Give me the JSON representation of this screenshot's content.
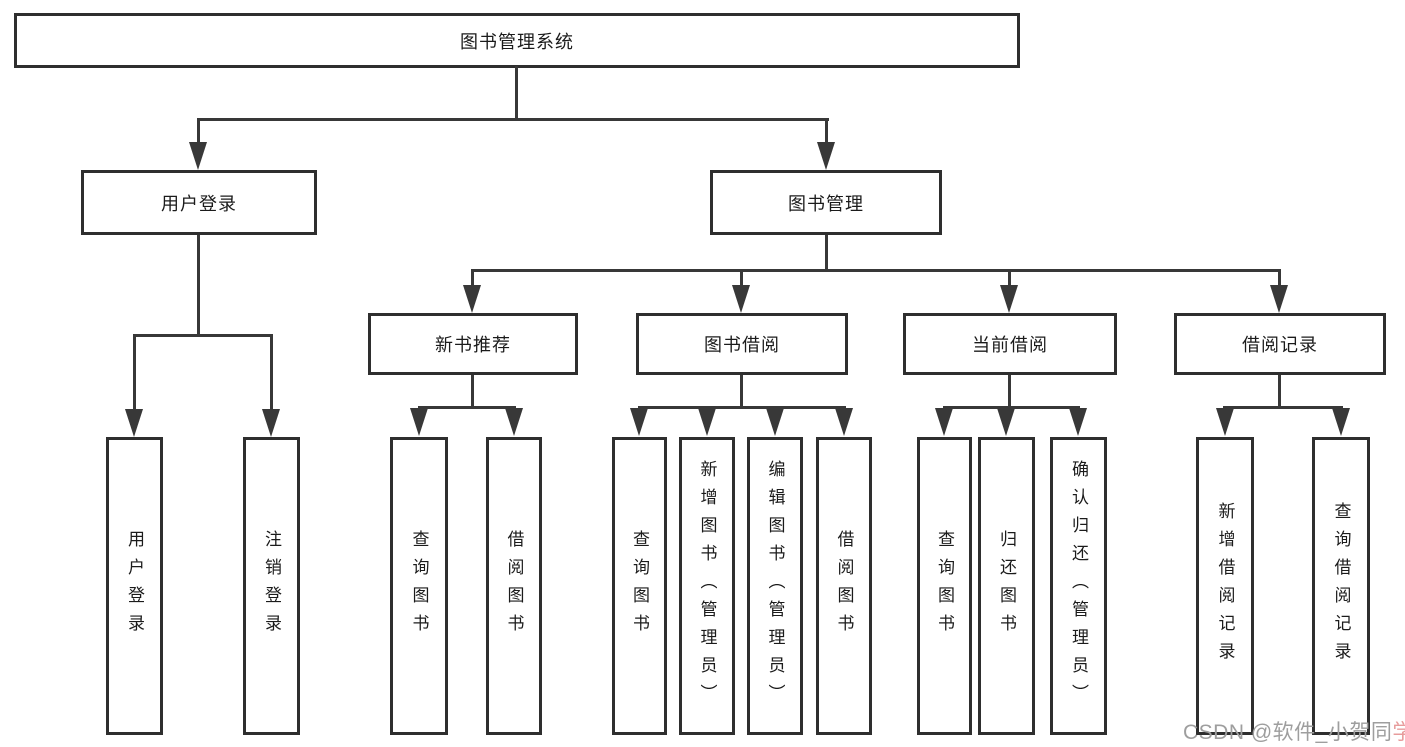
{
  "diagram": {
    "root": {
      "label": "图书管理系统"
    },
    "level2": [
      {
        "label": "用户登录"
      },
      {
        "label": "图书管理"
      }
    ],
    "level3": [
      {
        "label": "新书推荐"
      },
      {
        "label": "图书借阅"
      },
      {
        "label": "当前借阅"
      },
      {
        "label": "借阅记录"
      }
    ],
    "leaves": [
      {
        "label": "用户登录"
      },
      {
        "label": "注销登录"
      },
      {
        "label": "查询图书"
      },
      {
        "label": "借阅图书"
      },
      {
        "label": "查询图书"
      },
      {
        "label": "新增图书（管理员）"
      },
      {
        "label": "编辑图书（管理员）"
      },
      {
        "label": "借阅图书"
      },
      {
        "label": "查询图书"
      },
      {
        "label": "归还图书"
      },
      {
        "label": "确认归还（管理员）"
      },
      {
        "label": "新增借阅记录"
      },
      {
        "label": "查询借阅记录"
      }
    ]
  },
  "watermark": {
    "prefix": "CSDN @软件_小贺同",
    "suffix": "学"
  },
  "colors": {
    "line": "#383838",
    "box_border": "#2e2e2e",
    "text": "#1b1b1b",
    "watermark_gray": "#9e9e9e",
    "watermark_pink": "#e79c9c"
  }
}
